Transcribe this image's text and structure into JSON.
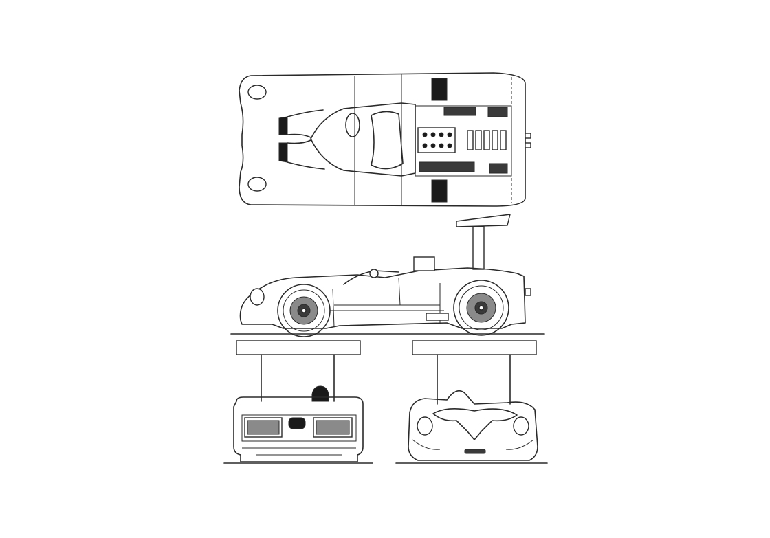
{
  "drawing": {
    "colors": {
      "line": "#2a2a2a",
      "solid": "#1a1a1a",
      "background": "#ffffff"
    },
    "views": [
      {
        "id": "top-view"
      },
      {
        "id": "side-view"
      },
      {
        "id": "rear-view"
      },
      {
        "id": "front-view"
      }
    ]
  }
}
